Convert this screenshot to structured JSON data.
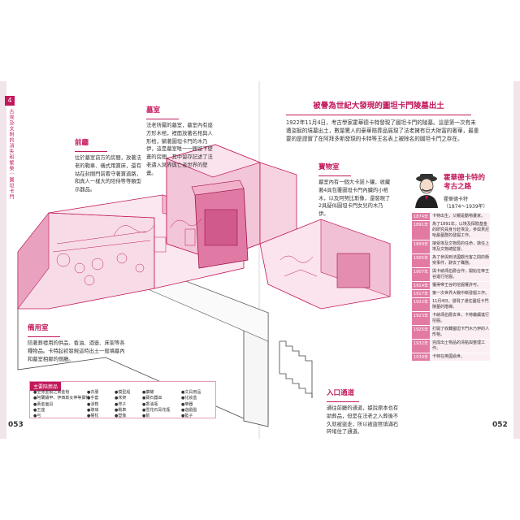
{
  "colors": {
    "accent": "#c2185b",
    "illustration": "#d14b86",
    "tint": "#f7dce7"
  },
  "side": {
    "tab": "4",
    "title": "古埃及文明的消失和繁榮｜圖坦卡門"
  },
  "pages": {
    "left_number": "053",
    "right_number": "052"
  },
  "annotations": {
    "antechamber": {
      "title": "前廳",
      "body": "位於墓室前方的房間，放著法老的戰車、儀式用寶床，還有站在封閉門前看守著寶道路，和真人一樣大的陪侍等等類型示器品。"
    },
    "burial": {
      "title": "墓室",
      "body": "法老所屬的墓室，墓室內有座方形木棺，裡面放著名棺與人形棺，躺著圖坦卡門的木乃伊，這是墓室唯一一間留下壁畫的房間，其中留存記述了法老邁入冥界與亡者世界的壁畫。"
    },
    "treasury": {
      "title": "寶物室",
      "body": "墓室內有一個大卡諾卜罐，收藏著4具包覆圖坦卡門內臟的小棺木，以及阿努比斯像，還發現了2具疑似圖坦卡門女兒的木乃伊。"
    },
    "annex": {
      "title": "備用室",
      "body": "陪著葬禮用的供品、香油、酒壺、床架等各種物品。卡特起初發現這時出土一般墳墓內和墓室相鄰的側廳。"
    },
    "entrance": {
      "title": "入口通道",
      "body": "通往前廳的通道，據說原本也有助葬品，但是在法老之入葬後不久就被盜走，所以被盜匪填滿石碎堵住了通道。"
    }
  },
  "headline": "被譽為世紀大發現的圖坦卡門陵墓出土",
  "intro": "1922年11月4日，考古學家霍華德卡特發現了圖坦卡門的陵墓。這是第一次有未遭盜掘的墳墓出土，數量驚人的豪華陪葬品展現了法老擁有巨大財富的奢華，最重要的是證實了在阿拜多斯發現的卡特等王名表上被除名的圖坦卡門之存在。",
  "carter": {
    "title_line1": "霍華德卡特的",
    "title_line2": "考古之路",
    "name": "霍華德卡特",
    "years": "（1874～1939年）",
    "timeline": [
      {
        "year": "1874年",
        "text": "卡特出生，父親是動物畫家。"
      },
      {
        "year": "1891年",
        "text": "為了1891年，以埃及探險基金的研究員身分赴埃及，參與貝尼哈桑墓群的發掘工作。"
      },
      {
        "year": "1899年",
        "text": "接受埃及文物局的任命，擔任上埃及文物總監督。"
      },
      {
        "year": "1905年",
        "text": "為了參與到法國觀光客之間的衝突事件，辭去了職務。"
      },
      {
        "year": "1907年",
        "text": "與卡納馮伯爵合作，開始在帝王谷進行挖掘。"
      },
      {
        "year": "1914年",
        "text": "獲得帝王谷的挖掘權許可。"
      },
      {
        "year": "1917年",
        "text": "第一次世界大戰中斷發掘工作。"
      },
      {
        "year": "1922年",
        "text": "11月4日，發現了通往圖坦卡門陵墓的階梯。"
      },
      {
        "year": "1923年",
        "text": "卡納馮伯爵去世，卡特繼續進行挖掘。"
      },
      {
        "year": "1925年",
        "text": "打開了收藏圖坦卡門木乃伊的人形棺。"
      },
      {
        "year": "1932年",
        "text": "完成出土物品的清點與整理工作。"
      },
      {
        "year": "1939年",
        "text": "卡特在英國過世。"
      }
    ]
  },
  "legend": {
    "title": "主要陪葬品",
    "items": [
      "●全身金製之黃金棺",
      "●衣服",
      "●模型船",
      "●藥罐",
      "●文具用品",
      "●阿蘭鏽甲、伊西斯女神等寶物",
      "●手套",
      "●床架",
      "●寶石器皿",
      "●化妝盒",
      "●黃金面具",
      "●涼鞋",
      "●凳子",
      "●香油瓶",
      "●樂器",
      "●王座",
      "●玻璃",
      "●戰車",
      "●雪花石膏花瓶",
      "●遊戲盤",
      "●弓",
      "●權杖",
      "●塑像",
      "●箭",
      "●籃子"
    ]
  }
}
